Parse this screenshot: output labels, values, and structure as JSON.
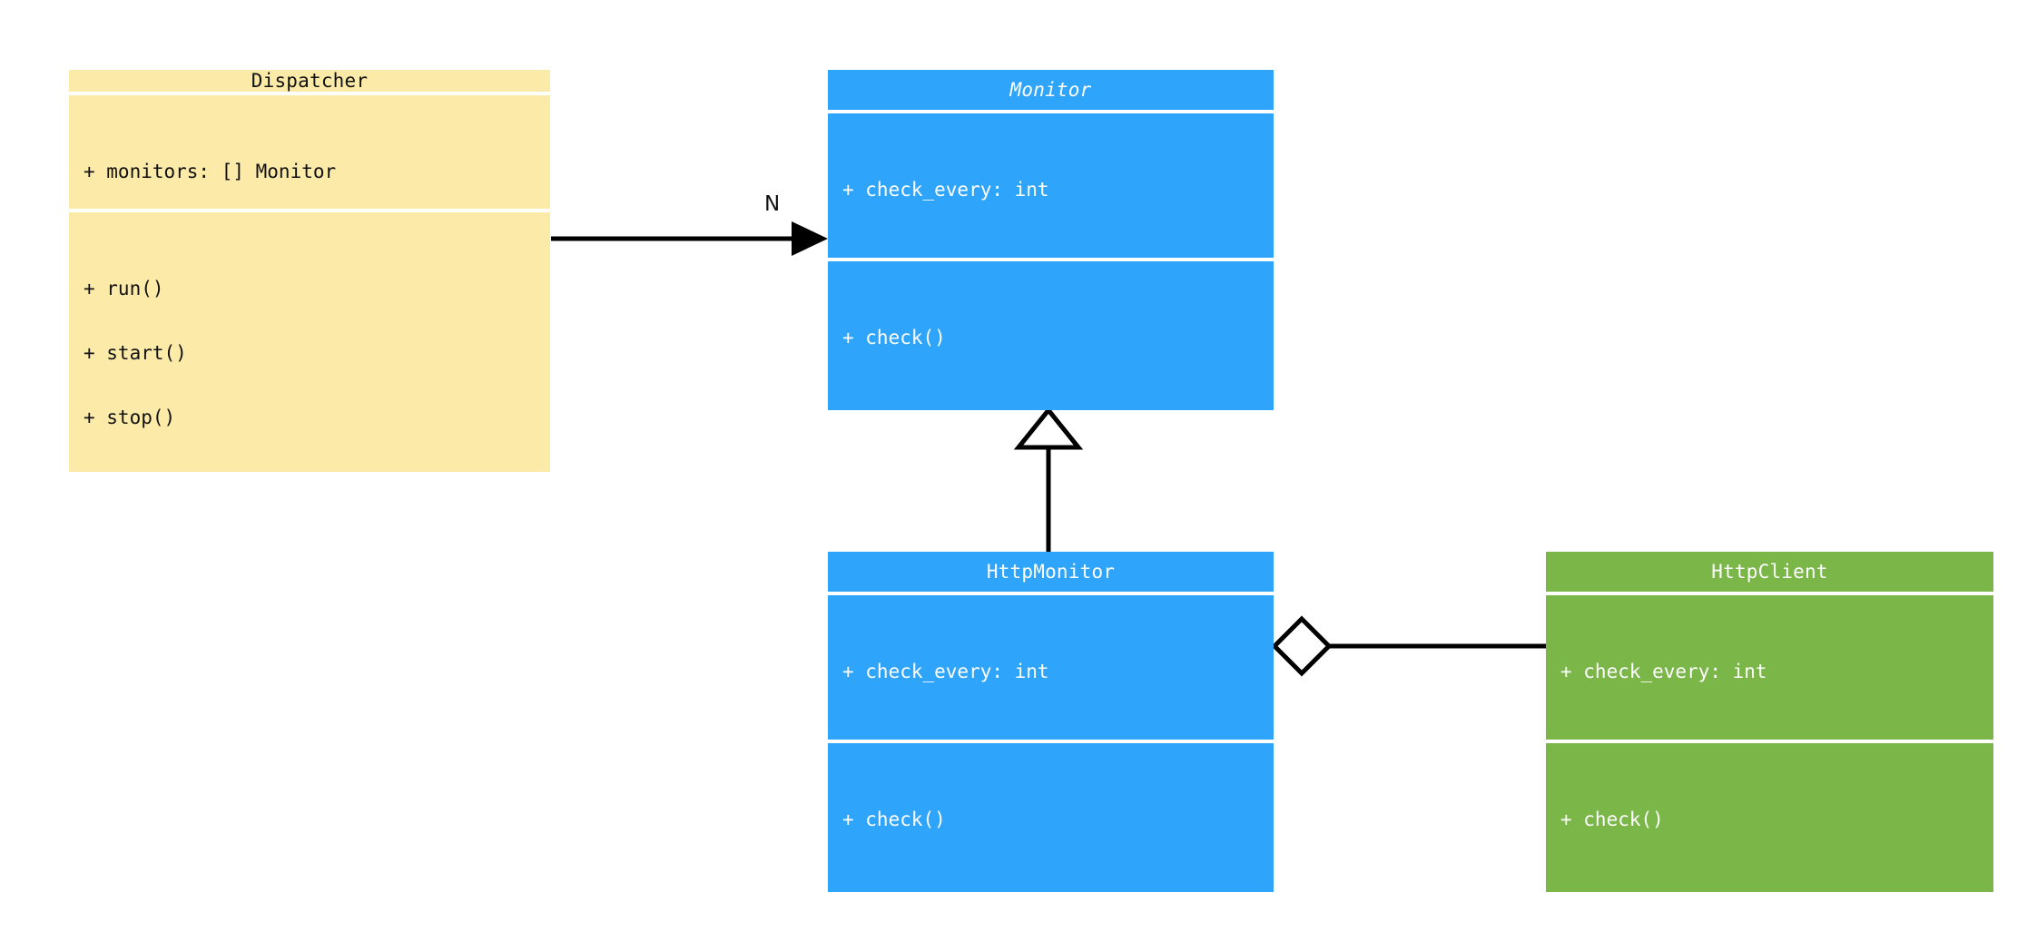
{
  "diagram": {
    "kind": "uml-class-diagram",
    "background": "#ffffff",
    "palette": {
      "yellow": "#fceaa8",
      "blue": "#2fa4fb",
      "green": "#7ab648",
      "line": "#000000",
      "dark_text": "#111111",
      "light_text": "#ffffff"
    }
  },
  "classes": [
    {
      "id": "dispatcher",
      "name": "Dispatcher",
      "abstract": false,
      "color": "#fceaa8",
      "attributes": [
        "+ monitors: [] Monitor"
      ],
      "methods": [
        "+ run()",
        "+ start()",
        "+ stop()"
      ]
    },
    {
      "id": "monitor",
      "name": "Monitor",
      "abstract": true,
      "color": "#2fa4fb",
      "attributes": [
        "+ check_every: int"
      ],
      "methods": [
        "+ check()"
      ]
    },
    {
      "id": "httpmonitor",
      "name": "HttpMonitor",
      "abstract": false,
      "color": "#2fa4fb",
      "attributes": [
        "+ check_every: int"
      ],
      "methods": [
        "+ check()"
      ]
    },
    {
      "id": "httpclient",
      "name": "HttpClient",
      "abstract": false,
      "color": "#7ab648",
      "attributes": [
        "+ check_every: int"
      ],
      "methods": [
        "+ check()"
      ]
    }
  ],
  "relationships": [
    {
      "id": "dispatcher-monitor",
      "type": "association",
      "from": "dispatcher",
      "to": "monitor",
      "arrowhead": "filled-arrow",
      "label": "N"
    },
    {
      "id": "httpmonitor-monitor",
      "type": "generalization",
      "from": "httpmonitor",
      "to": "monitor",
      "arrowhead": "hollow-triangle",
      "label": ""
    },
    {
      "id": "httpmonitor-httpclient",
      "type": "aggregation",
      "from": "httpmonitor",
      "to": "httpclient",
      "arrowhead": "hollow-diamond",
      "label": ""
    }
  ]
}
